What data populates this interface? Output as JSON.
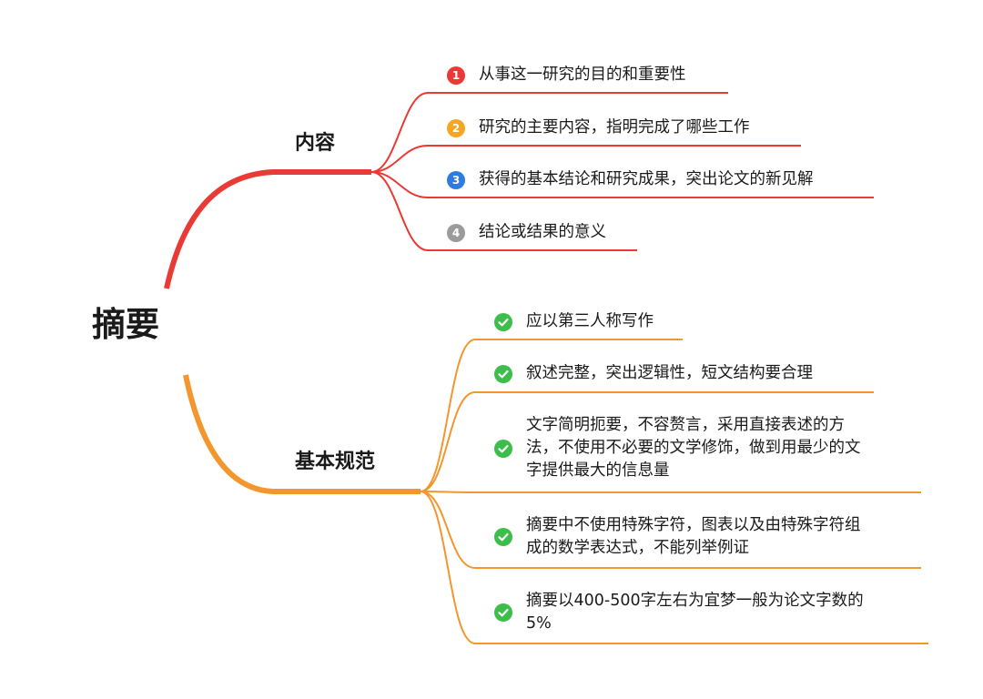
{
  "root": {
    "label": "摘要"
  },
  "branches": [
    {
      "label": "内容",
      "color": "#EA3A35",
      "items": [
        {
          "marker": "1",
          "marker_color": "#EA3A35",
          "lines": [
            "从事这一研究的目的和重要性"
          ]
        },
        {
          "marker": "2",
          "marker_color": "#F5A623",
          "lines": [
            "研究的主要内容，指明完成了哪些工作"
          ]
        },
        {
          "marker": "3",
          "marker_color": "#2F7CE0",
          "lines": [
            "获得的基本结论和研究成果，突出论文的新见解"
          ]
        },
        {
          "marker": "4",
          "marker_color": "#9B9B9B",
          "lines": [
            "结论或结果的意义"
          ]
        }
      ]
    },
    {
      "label": "基本规范",
      "color": "#F4962E",
      "items": [
        {
          "icon": "check-icon",
          "lines": [
            "应以第三人称写作"
          ]
        },
        {
          "icon": "check-icon",
          "lines": [
            "叙述完整，突出逻辑性，短文结构要合理"
          ]
        },
        {
          "icon": "check-icon",
          "lines": [
            "文字简明扼要，不容赘言，采用直接表述的方",
            "法，不使用不必要的文学修饰，做到用最少的文",
            "字提供最大的信息量"
          ]
        },
        {
          "icon": "check-icon",
          "lines": [
            "摘要中不使用特殊字符，图表以及由特殊字符组",
            "成的数学表达式，不能列举例证"
          ]
        },
        {
          "icon": "check-icon",
          "lines": [
            "摘要以400-500字左右为宜梦一般为论文字数的",
            "5%"
          ]
        }
      ]
    }
  ],
  "check_color": "#3DBE4B"
}
